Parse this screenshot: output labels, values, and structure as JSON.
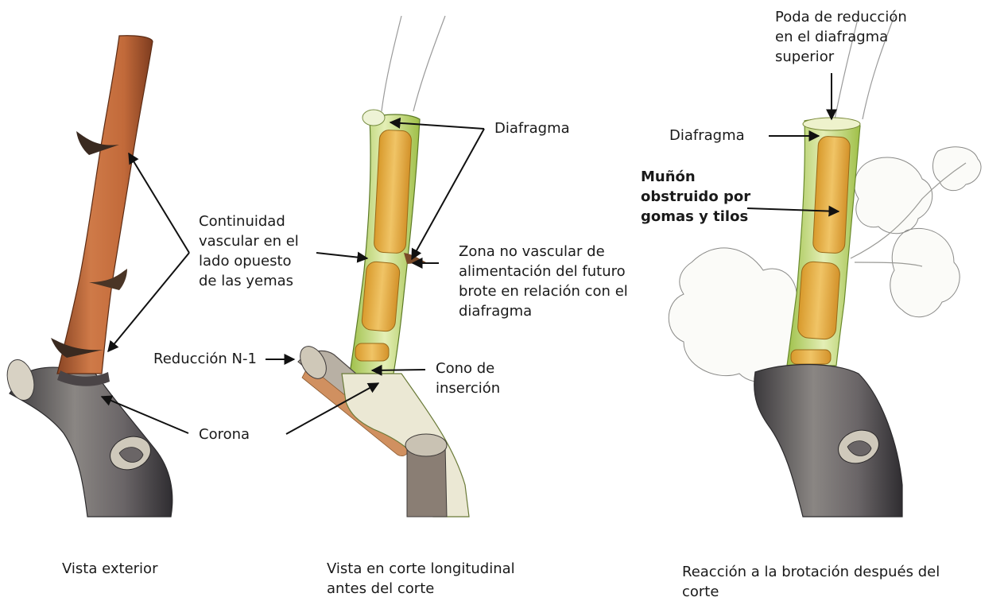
{
  "panels": [
    {
      "caption": "Vista exterior",
      "labels": {
        "continuidad": [
          "Continuidad",
          "vascular en el",
          "lado opuesto",
          "de las yemas"
        ],
        "corona": "Corona"
      }
    },
    {
      "caption": [
        "Vista en corte longitudinal",
        "antes del corte"
      ],
      "labels": {
        "diafragma": "Diafragma",
        "zona": [
          "Zona no vascular de",
          "alimentación del futuro",
          "brote en relación con el",
          "diafragma"
        ],
        "reduccion": "Reducción N-1",
        "cono": [
          "Cono de",
          "inserción"
        ]
      }
    },
    {
      "caption": [
        "Reacción a la brotación después del",
        "corte"
      ],
      "labels": {
        "poda": [
          "Poda de reducción",
          "en el diafragma",
          "superior"
        ],
        "diafragma": "Diafragma",
        "munon": [
          "Muñón",
          "obstruido por",
          "gomas y tilos"
        ]
      }
    }
  ],
  "colors": {
    "cane": "#c0683c",
    "old_wood": "#5f5a5a",
    "green_tissue": "#d9e8a6",
    "pith": "#e6b14a",
    "arrow": "#111111"
  }
}
